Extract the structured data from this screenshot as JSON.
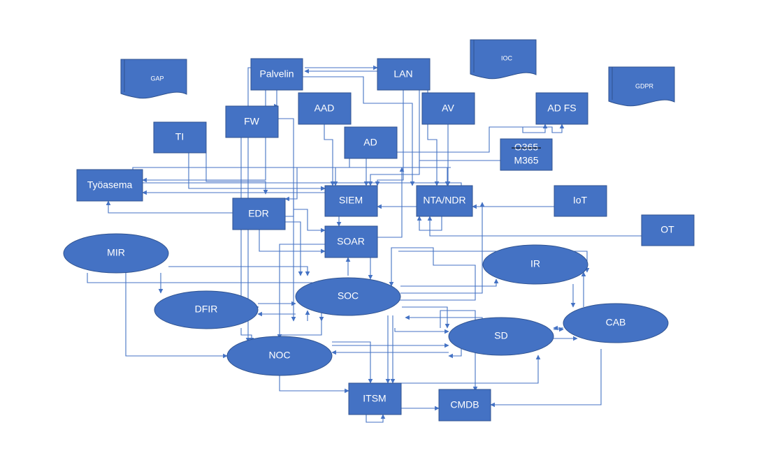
{
  "colors": {
    "fill": "#4472C4",
    "stroke": "#2F528F",
    "text": "#FFFFFF",
    "edge": "#4472C4"
  },
  "documents": [
    {
      "id": "gap",
      "label": "GAP"
    },
    {
      "id": "ioc",
      "label": "IOC"
    },
    {
      "id": "gdpr",
      "label": "GDPR"
    }
  ],
  "systems": [
    {
      "id": "palvelin",
      "label": "Palvelin"
    },
    {
      "id": "lan",
      "label": "LAN"
    },
    {
      "id": "aad",
      "label": "AAD"
    },
    {
      "id": "av",
      "label": "AV"
    },
    {
      "id": "adfs",
      "label": "AD FS"
    },
    {
      "id": "fw",
      "label": "FW"
    },
    {
      "id": "ti",
      "label": "TI"
    },
    {
      "id": "ad",
      "label": "AD"
    },
    {
      "id": "m365",
      "label_old": "O365",
      "label": "M365"
    },
    {
      "id": "tyoasema",
      "label": "Työasema"
    },
    {
      "id": "siem",
      "label": "SIEM"
    },
    {
      "id": "ntandr",
      "label": "NTA/NDR"
    },
    {
      "id": "iot",
      "label": "IoT"
    },
    {
      "id": "edr",
      "label": "EDR"
    },
    {
      "id": "ot",
      "label": "OT"
    },
    {
      "id": "soar",
      "label": "SOAR"
    },
    {
      "id": "itsm",
      "label": "ITSM"
    },
    {
      "id": "cmdb",
      "label": "CMDB"
    }
  ],
  "functions": [
    {
      "id": "mir",
      "label": "MIR"
    },
    {
      "id": "ir",
      "label": "IR"
    },
    {
      "id": "dfir",
      "label": "DFIR"
    },
    {
      "id": "soc",
      "label": "SOC"
    },
    {
      "id": "cab",
      "label": "CAB"
    },
    {
      "id": "sd",
      "label": "SD"
    },
    {
      "id": "noc",
      "label": "NOC"
    }
  ]
}
